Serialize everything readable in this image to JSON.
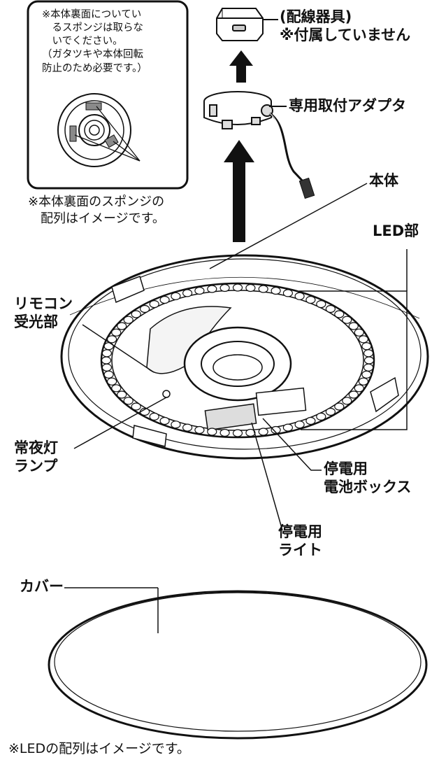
{
  "labels": {
    "wiring_title": "(配線器具)",
    "wiring_sub": "※付属していません",
    "adapter": "専用取付アダプタ",
    "body": "本体",
    "led": "LED部",
    "remote_line1": "リモコン",
    "remote_line2": "受光部",
    "night_line1": "常夜灯",
    "night_line2": "ランプ",
    "battery_line1": "停電用",
    "battery_line2": "電池ボックス",
    "light_line1": "停電用",
    "light_line2": "ライト",
    "cover": "カバー"
  },
  "notes": {
    "sponge_box": [
      "※本体裏面についてい",
      "　るスポンジは取らな",
      "　いでください。",
      "（ガタツキや本体回転",
      "防止のため必要です。）"
    ],
    "sponge_layout": [
      "※本体裏面のスポンジの",
      "　配列はイメージです。"
    ],
    "led_layout": "※LEDの配列はイメージです。"
  }
}
